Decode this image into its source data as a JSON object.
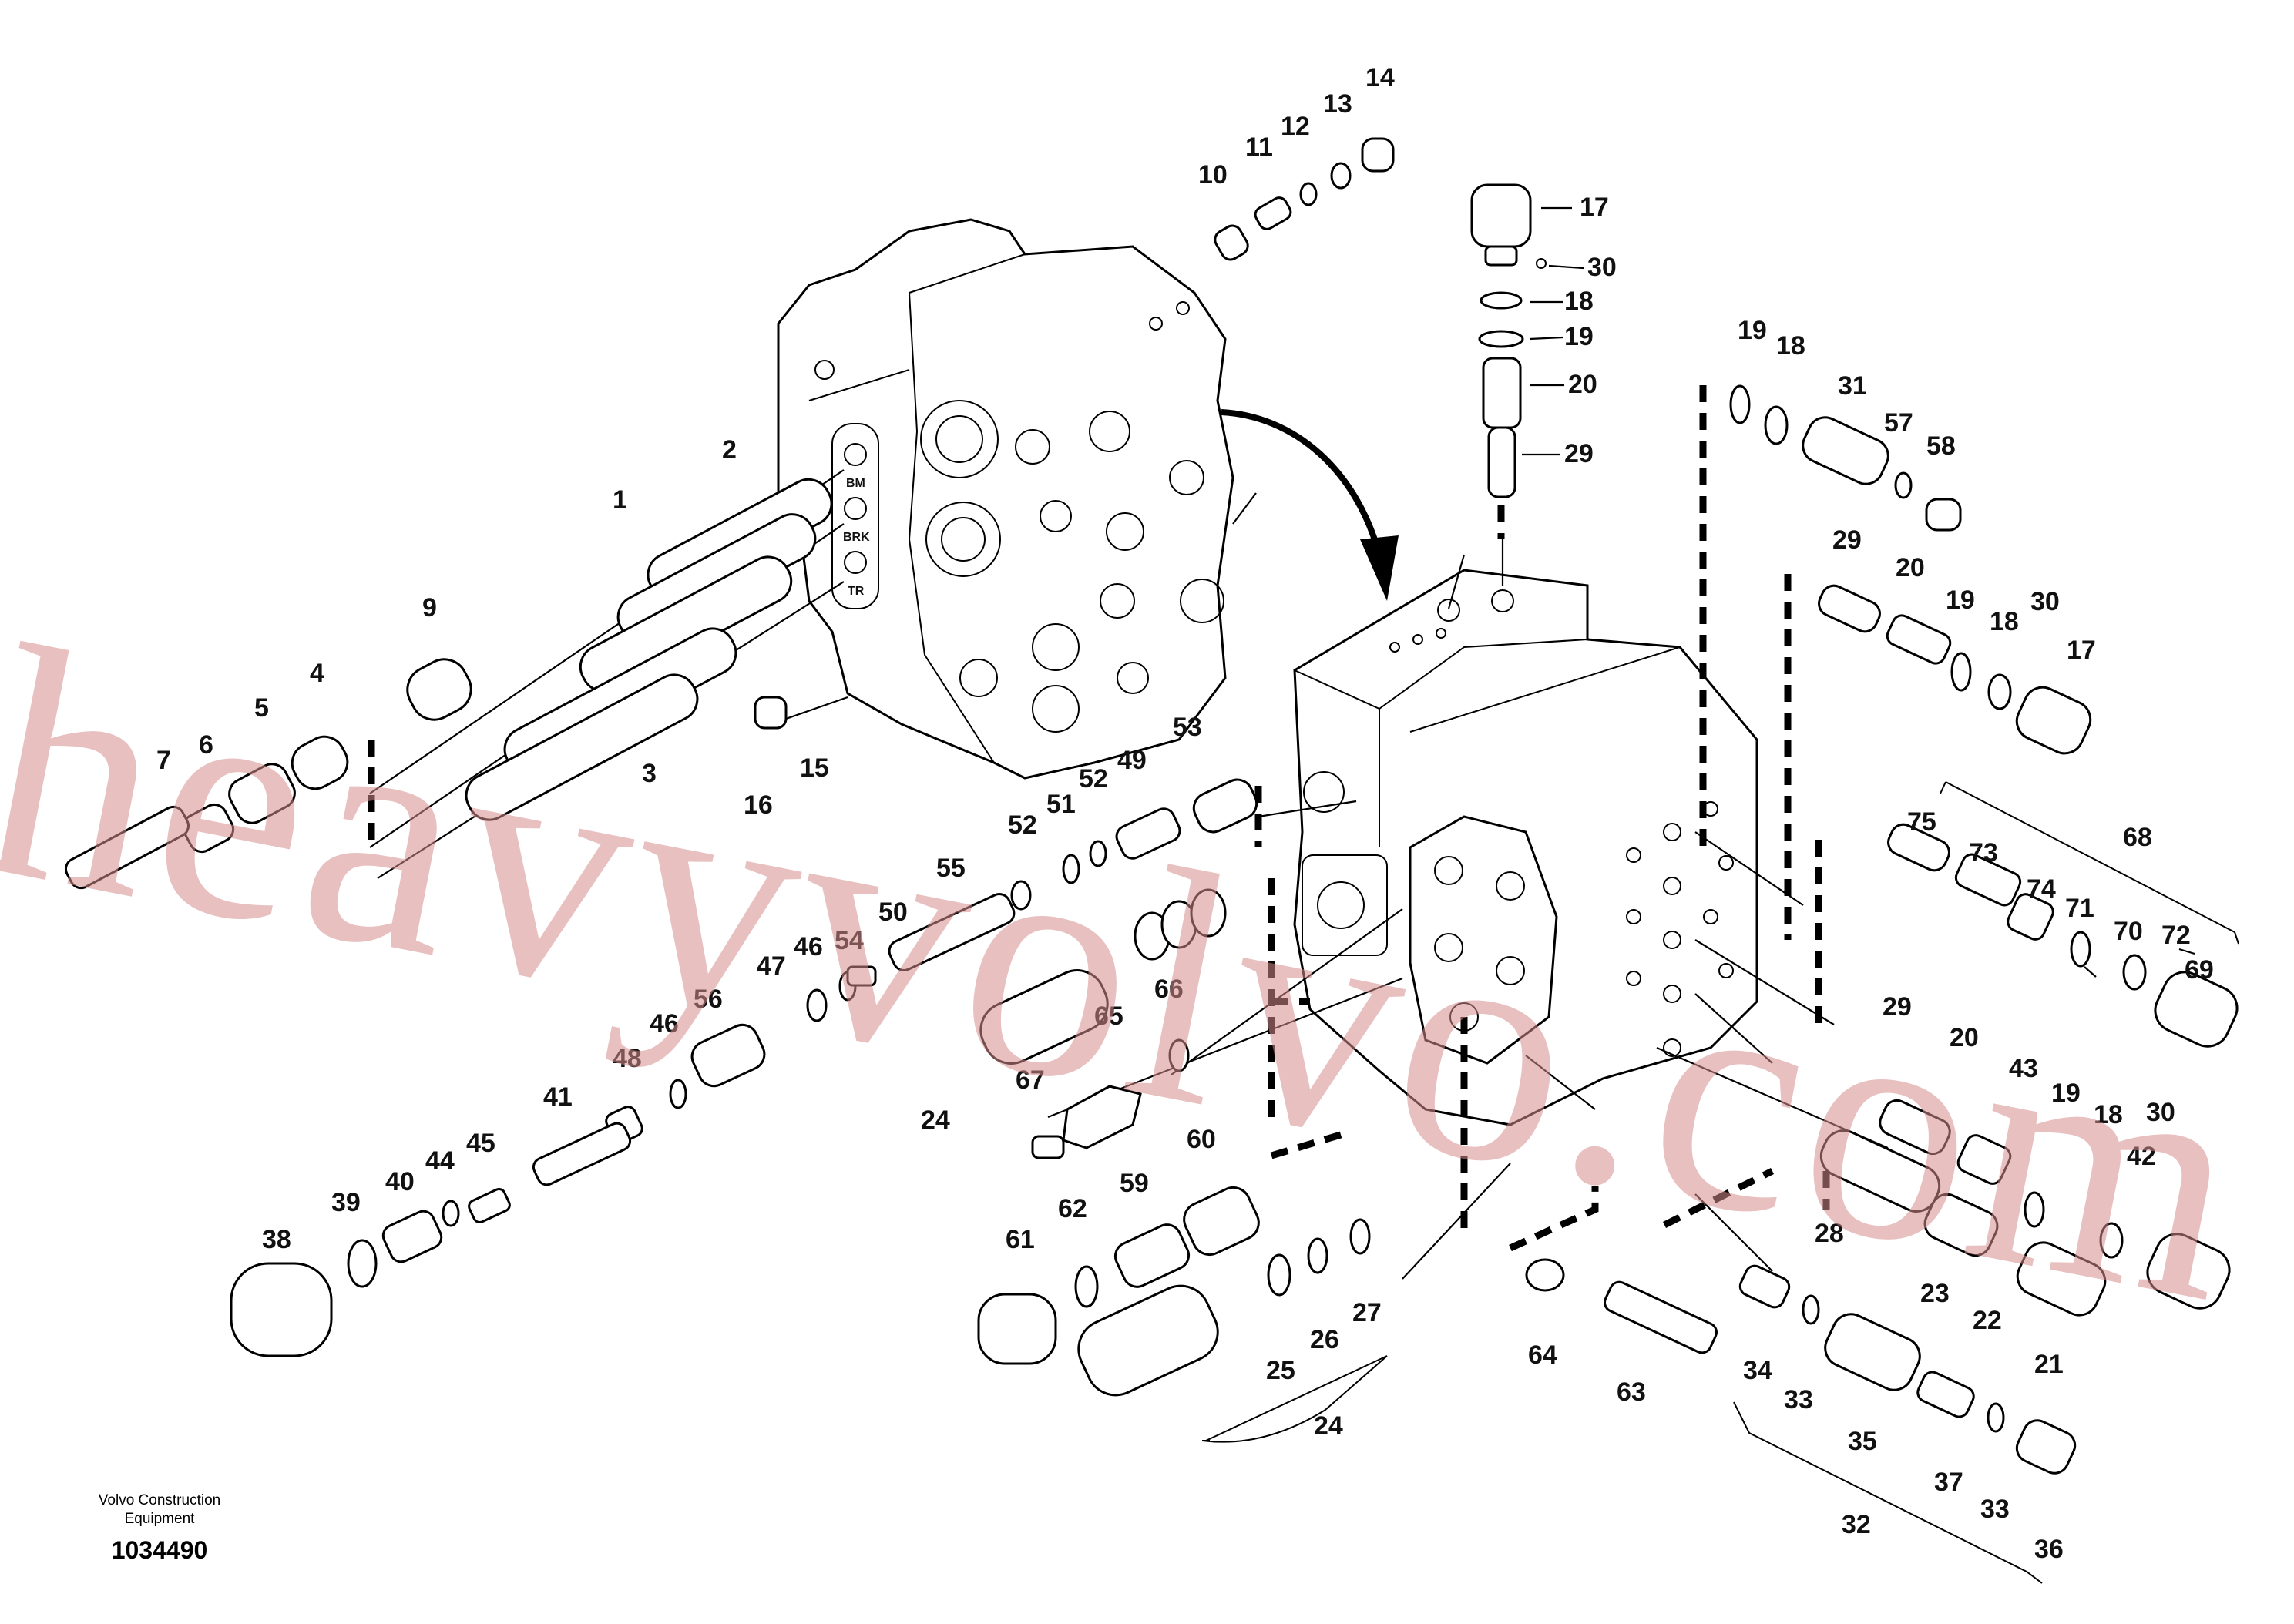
{
  "footer": {
    "brand_line1": "Volvo Construction",
    "brand_line2": "Equipment",
    "document_number": "1034490"
  },
  "watermark": {
    "text": "heavyvolvo.com",
    "color": "#d68c8c"
  },
  "port_labels": [
    "BM",
    "BRK",
    "TR"
  ],
  "callouts": [
    {
      "id": "c1",
      "label": "1"
    },
    {
      "id": "c2",
      "label": "2"
    },
    {
      "id": "c3",
      "label": "3"
    },
    {
      "id": "c4",
      "label": "4"
    },
    {
      "id": "c5",
      "label": "5"
    },
    {
      "id": "c6",
      "label": "6"
    },
    {
      "id": "c7",
      "label": "7"
    },
    {
      "id": "c9",
      "label": "9"
    },
    {
      "id": "c10",
      "label": "10"
    },
    {
      "id": "c11",
      "label": "11"
    },
    {
      "id": "c12",
      "label": "12"
    },
    {
      "id": "c13",
      "label": "13"
    },
    {
      "id": "c14",
      "label": "14"
    },
    {
      "id": "c15",
      "label": "15"
    },
    {
      "id": "c16",
      "label": "16"
    },
    {
      "id": "c17a",
      "label": "17"
    },
    {
      "id": "c30a",
      "label": "30"
    },
    {
      "id": "c18a",
      "label": "18"
    },
    {
      "id": "c19a",
      "label": "19"
    },
    {
      "id": "c20a",
      "label": "20"
    },
    {
      "id": "c29a",
      "label": "29"
    },
    {
      "id": "c19b",
      "label": "19"
    },
    {
      "id": "c18b",
      "label": "18"
    },
    {
      "id": "c31",
      "label": "31"
    },
    {
      "id": "c57",
      "label": "57"
    },
    {
      "id": "c58",
      "label": "58"
    },
    {
      "id": "c29b",
      "label": "29"
    },
    {
      "id": "c20b",
      "label": "20"
    },
    {
      "id": "c19c",
      "label": "19"
    },
    {
      "id": "c18c",
      "label": "18"
    },
    {
      "id": "c30b",
      "label": "30"
    },
    {
      "id": "c17b",
      "label": "17"
    },
    {
      "id": "c68",
      "label": "68"
    },
    {
      "id": "c75",
      "label": "75"
    },
    {
      "id": "c73",
      "label": "73"
    },
    {
      "id": "c74",
      "label": "74"
    },
    {
      "id": "c71",
      "label": "71"
    },
    {
      "id": "c70",
      "label": "70"
    },
    {
      "id": "c72",
      "label": "72"
    },
    {
      "id": "c69",
      "label": "69"
    },
    {
      "id": "c53",
      "label": "53"
    },
    {
      "id": "c49",
      "label": "49"
    },
    {
      "id": "c52a",
      "label": "52"
    },
    {
      "id": "c51",
      "label": "51"
    },
    {
      "id": "c52b",
      "label": "52"
    },
    {
      "id": "c55",
      "label": "55"
    },
    {
      "id": "c50",
      "label": "50"
    },
    {
      "id": "c54",
      "label": "54"
    },
    {
      "id": "c46a",
      "label": "46"
    },
    {
      "id": "c47",
      "label": "47"
    },
    {
      "id": "c56",
      "label": "56"
    },
    {
      "id": "c46b",
      "label": "46"
    },
    {
      "id": "c65",
      "label": "65"
    },
    {
      "id": "c66",
      "label": "66"
    },
    {
      "id": "c24a",
      "label": "24"
    },
    {
      "id": "c67",
      "label": "67"
    },
    {
      "id": "c48",
      "label": "48"
    },
    {
      "id": "c41",
      "label": "41"
    },
    {
      "id": "c45",
      "label": "45"
    },
    {
      "id": "c44",
      "label": "44"
    },
    {
      "id": "c40",
      "label": "40"
    },
    {
      "id": "c39",
      "label": "39"
    },
    {
      "id": "c38",
      "label": "38"
    },
    {
      "id": "c60",
      "label": "60"
    },
    {
      "id": "c59",
      "label": "59"
    },
    {
      "id": "c62",
      "label": "62"
    },
    {
      "id": "c61",
      "label": "61"
    },
    {
      "id": "c27",
      "label": "27"
    },
    {
      "id": "c26",
      "label": "26"
    },
    {
      "id": "c25",
      "label": "25"
    },
    {
      "id": "c24b",
      "label": "24"
    },
    {
      "id": "c64",
      "label": "64"
    },
    {
      "id": "c63",
      "label": "63"
    },
    {
      "id": "c29c",
      "label": "29"
    },
    {
      "id": "c20c",
      "label": "20"
    },
    {
      "id": "c43",
      "label": "43"
    },
    {
      "id": "c19d",
      "label": "19"
    },
    {
      "id": "c18d",
      "label": "18"
    },
    {
      "id": "c30c",
      "label": "30"
    },
    {
      "id": "c42",
      "label": "42"
    },
    {
      "id": "c28",
      "label": "28"
    },
    {
      "id": "c23",
      "label": "23"
    },
    {
      "id": "c22",
      "label": "22"
    },
    {
      "id": "c21",
      "label": "21"
    },
    {
      "id": "c34",
      "label": "34"
    },
    {
      "id": "c33a",
      "label": "33"
    },
    {
      "id": "c35",
      "label": "35"
    },
    {
      "id": "c37",
      "label": "37"
    },
    {
      "id": "c33b",
      "label": "33"
    },
    {
      "id": "c36",
      "label": "36"
    },
    {
      "id": "c32",
      "label": "32"
    }
  ]
}
